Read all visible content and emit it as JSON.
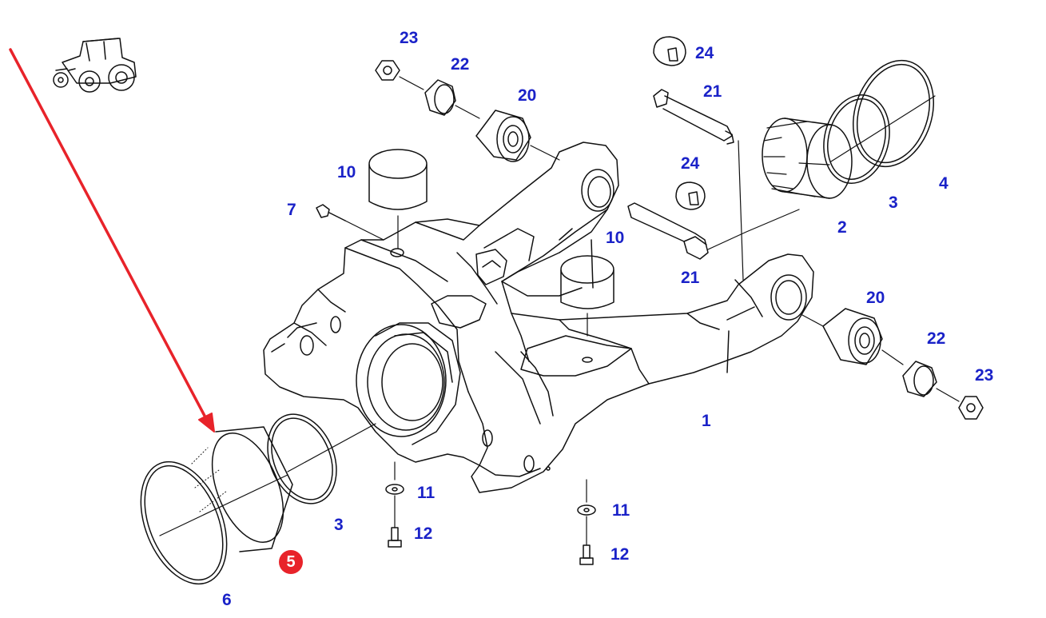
{
  "colors": {
    "label": "#1a22c8",
    "highlight": "#e8232a",
    "line": "#111111"
  },
  "icons": {
    "tractor": "tractor-icon",
    "pointer": "pointer-arrow"
  },
  "labels": {
    "bolt_12_left": "12",
    "bolt_12_right": "12",
    "bush_22_top": "22",
    "bush_22_right": "22",
    "bushing_2": "2",
    "bushing_6": "6",
    "bearing_20_top": "20",
    "bearing_20_right": "20",
    "housing_1": "1",
    "nipple_7": "7",
    "nut_23_top": "23",
    "nut_23_right": "23",
    "pad_10_top": "10",
    "pad_10_mid": "10",
    "pin_21_top": "21",
    "pin_21_mid": "21",
    "ring_3_right": "3",
    "ring_3_left": "3",
    "ring_4": "4",
    "retainer_24_top": "24",
    "retainer_24_mid": "24",
    "washer_11_left": "11",
    "washer_11_right": "11",
    "highlight_5": "5"
  }
}
